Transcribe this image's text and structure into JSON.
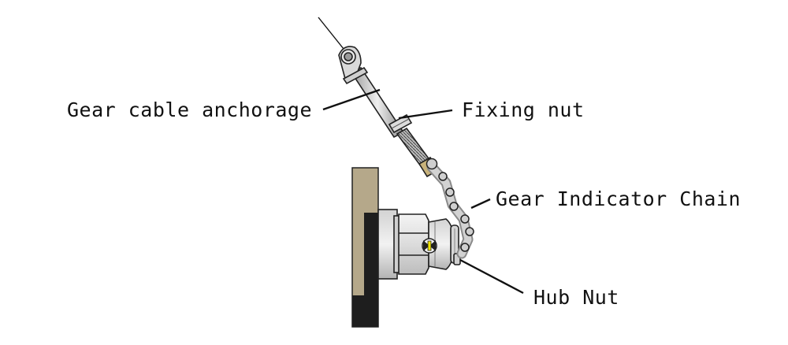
{
  "labels": {
    "cable_anchorage": "Gear cable anchorage",
    "fixing_nut": "Fixing nut",
    "indicator_chain": "Gear Indicator Chain",
    "hub_nut": "Hub Nut"
  },
  "colors": {
    "frame_tan": "#b5a88a",
    "frame_dark": "#1e1e1e",
    "metal_light": "#e8e8e8",
    "metal_mid": "#c9c9c9",
    "metal_dark": "#9a9a9a",
    "brass": "#c8b27a",
    "indicator_yellow": "#f2e600"
  }
}
